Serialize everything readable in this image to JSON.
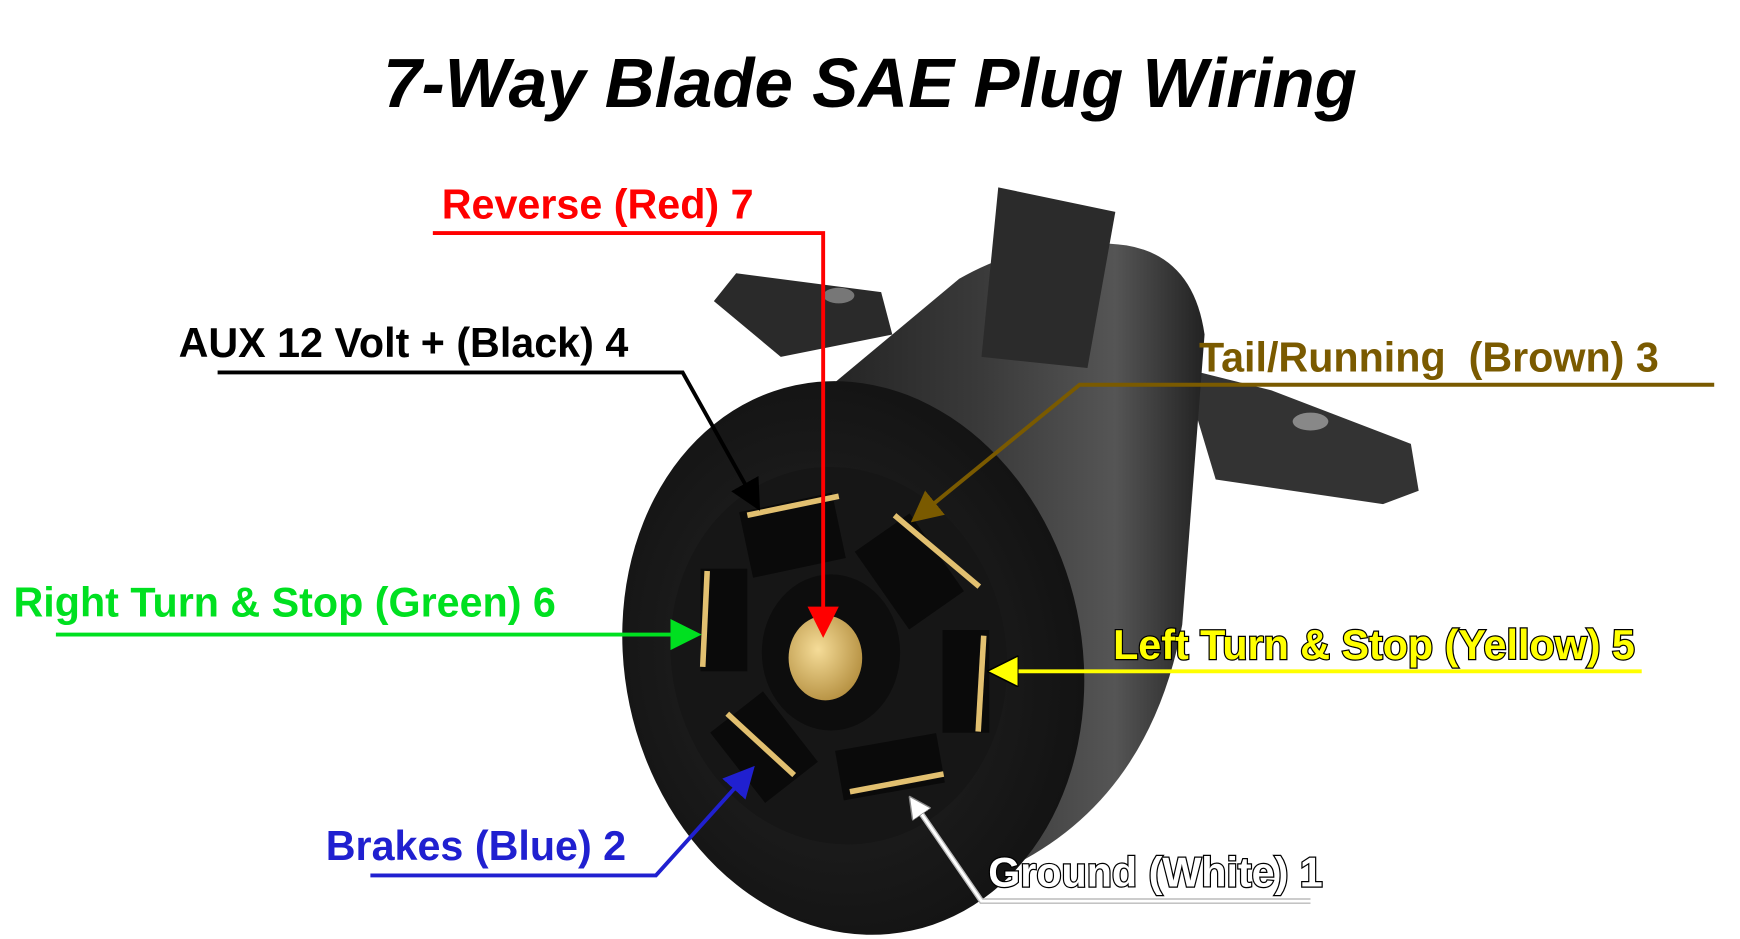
{
  "title": "7-Way Blade SAE Plug Wiring",
  "labels": {
    "reverse": "Reverse (Red) 7",
    "aux": "AUX 12 Volt + (Black) 4",
    "tail": "Tail/Running  (Brown) 3",
    "right_turn": "Right Turn & Stop (Green) 6",
    "left_turn": "Left Turn & Stop (Yellow) 5",
    "brakes": "Brakes (Blue) 2",
    "ground": "Ground (White) 1"
  },
  "colors": {
    "reverse": "#ff0000",
    "aux": "#000000",
    "tail": "#7a5a00",
    "right_turn": "#00e020",
    "left_turn": "#ffff00",
    "brakes": "#2020d0",
    "ground": "#ffffff"
  }
}
